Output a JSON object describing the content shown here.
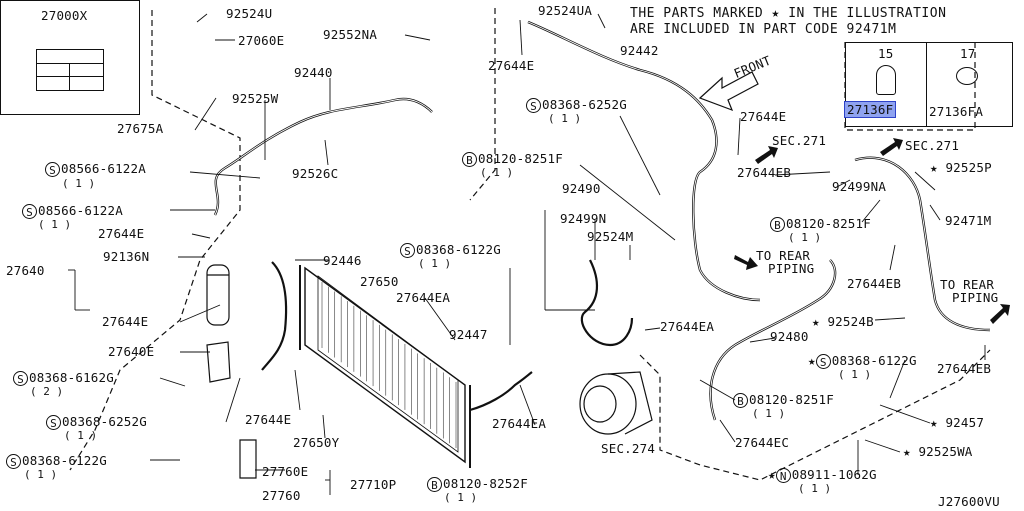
{
  "diagram_code": "J27600VU",
  "note": {
    "line1": "THE PARTS MARKED ★ IN THE ILLUSTRATION",
    "line2": "ARE INCLUDED IN PART CODE  92471M"
  },
  "label_box": {
    "part": "27000X"
  },
  "inset": {
    "left": {
      "number": "15",
      "part": "27136F"
    },
    "right": {
      "number": "17",
      "part": "27136FA"
    }
  },
  "direction": {
    "front": "FRONT"
  },
  "refs": {
    "sec271_a": "SEC.271",
    "sec271_b": "SEC.271",
    "sec274": "SEC.274",
    "to_rear_1a": "TO REAR",
    "to_rear_1b": "PIPING",
    "to_rear_2a": "TO REAR",
    "to_rear_2b": "PIPING"
  },
  "parts": {
    "p92524U": "92524U",
    "p27060E": "27060E",
    "p92552NA": "92552NA",
    "p92524UA": "92524UA",
    "p27644E_top": "27644E",
    "p92442": "92442",
    "p27675A": "27675A",
    "p92525W": "92525W",
    "p92440": "92440",
    "p27644E_r": "27644E",
    "p92526C": "92526C",
    "s08566a": "08566-6122A",
    "s08566a_q": "( 1 )",
    "s08566b": "08566-6122A",
    "s08566b_q": "( 1 )",
    "p27644E_l": "27644E",
    "p27640": "27640",
    "p92136N": "92136N",
    "p27644E_l2": "27644E",
    "p92446": "92446",
    "p27650": "27650",
    "p27644EA": "27644EA",
    "p27640E": "27640E",
    "s08368_6162": "08368-6162G",
    "s08368_6162_q": "( 2 )",
    "s08368_6252a": "08368-6252G",
    "s08368_6252a_q": "( 1 )",
    "p27644E_b": "27644E",
    "p27650Y": "27650Y",
    "s08368_6122a": "08368-6122G",
    "s08368_6122a_q": "( 1 )",
    "p27760E": "27760E",
    "p27760": "27760",
    "p27710P": "27710P",
    "b08120_8252": "08120-8252F",
    "b08120_8252_q": "( 1 )",
    "s08368_6122b": "08368-6122G",
    "s08368_6122b_q": "( 1 )",
    "p92447": "92447",
    "p27644EA_b": "27644EA",
    "s08368_6252b": "08368-6252G",
    "s08368_6252b_q": "( 1 )",
    "b08120_8251a": "08120-8251F",
    "b08120_8251a_q": "( 1 )",
    "p92490": "92490",
    "p92499N": "92499N",
    "p92524M": "92524M",
    "p27644EA_m": "27644EA",
    "p92480": "92480",
    "b08120_8251b": "08120-8251F",
    "b08120_8251b_q": "( 1 )",
    "p27644EC": "27644EC",
    "p27644E_c": "27644E",
    "p27644EB_a": "27644EB",
    "p92499NA": "92499NA",
    "b08120_8251c": "08120-8251F",
    "b08120_8251c_q": "( 1 )",
    "p92525P": "★ 92525P",
    "p92471M": "92471M",
    "p27644EB_b": "27644EB",
    "p92524B": "★ 92524B",
    "s08368_6122c": "08368-6122G",
    "s08368_6122c_q": "( 1 )",
    "p27644EB_c": "27644EB",
    "p92457": "★ 92457",
    "p92525WA": "★ 92525WA",
    "n08911": "08911-1062G",
    "n08911_q": "( 1 )"
  }
}
